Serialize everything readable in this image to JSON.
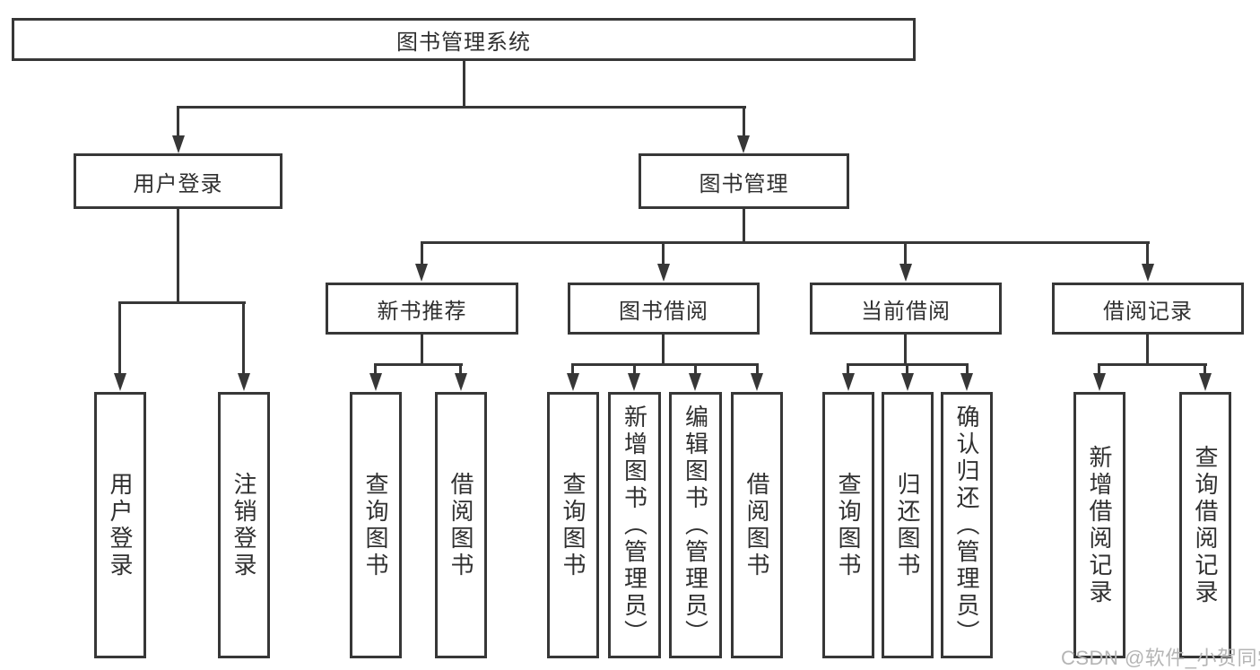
{
  "nodes": {
    "root": {
      "label": "图书管理系统"
    },
    "login": {
      "label": "用户登录"
    },
    "mgmt": {
      "label": "图书管理"
    },
    "rec": {
      "label": "新书推荐"
    },
    "borrow": {
      "label": "图书借阅"
    },
    "current": {
      "label": "当前借阅"
    },
    "records": {
      "label": "借阅记录"
    },
    "leaf_user_login": {
      "label": "用户登录"
    },
    "leaf_logout": {
      "label": "注销登录"
    },
    "leaf_rec_query": {
      "label": "查询图书"
    },
    "leaf_rec_borrow": {
      "label": "借阅图书"
    },
    "leaf_borrow_query": {
      "label": "查询图书"
    },
    "leaf_borrow_add": {
      "label": "新增图书（管理员）"
    },
    "leaf_borrow_edit": {
      "label": "编辑图书（管理员）"
    },
    "leaf_borrow_borrow": {
      "label": "借阅图书"
    },
    "leaf_current_query": {
      "label": "查询图书"
    },
    "leaf_current_return": {
      "label": "归还图书"
    },
    "leaf_current_confirm": {
      "label": "确认归还（管理员）"
    },
    "leaf_records_add": {
      "label": "新增借阅记录"
    },
    "leaf_records_query": {
      "label": "查询借阅记录"
    }
  },
  "edges": [
    [
      "root",
      "login"
    ],
    [
      "root",
      "mgmt"
    ],
    [
      "login",
      "leaf_user_login"
    ],
    [
      "login",
      "leaf_logout"
    ],
    [
      "mgmt",
      "rec"
    ],
    [
      "mgmt",
      "borrow"
    ],
    [
      "mgmt",
      "current"
    ],
    [
      "mgmt",
      "records"
    ],
    [
      "rec",
      "leaf_rec_query"
    ],
    [
      "rec",
      "leaf_rec_borrow"
    ],
    [
      "borrow",
      "leaf_borrow_query"
    ],
    [
      "borrow",
      "leaf_borrow_add"
    ],
    [
      "borrow",
      "leaf_borrow_edit"
    ],
    [
      "borrow",
      "leaf_borrow_borrow"
    ],
    [
      "current",
      "leaf_current_query"
    ],
    [
      "current",
      "leaf_current_return"
    ],
    [
      "current",
      "leaf_current_confirm"
    ],
    [
      "records",
      "leaf_records_add"
    ],
    [
      "records",
      "leaf_records_query"
    ]
  ],
  "watermark": {
    "text": "CSDN @软件_小贺同学"
  },
  "colors": {
    "line": "#373737",
    "box_border": "#373737",
    "box_fill": "#ffffff",
    "text": "#303030",
    "watermark": "#b5b5b5",
    "background": "#ffffff"
  }
}
